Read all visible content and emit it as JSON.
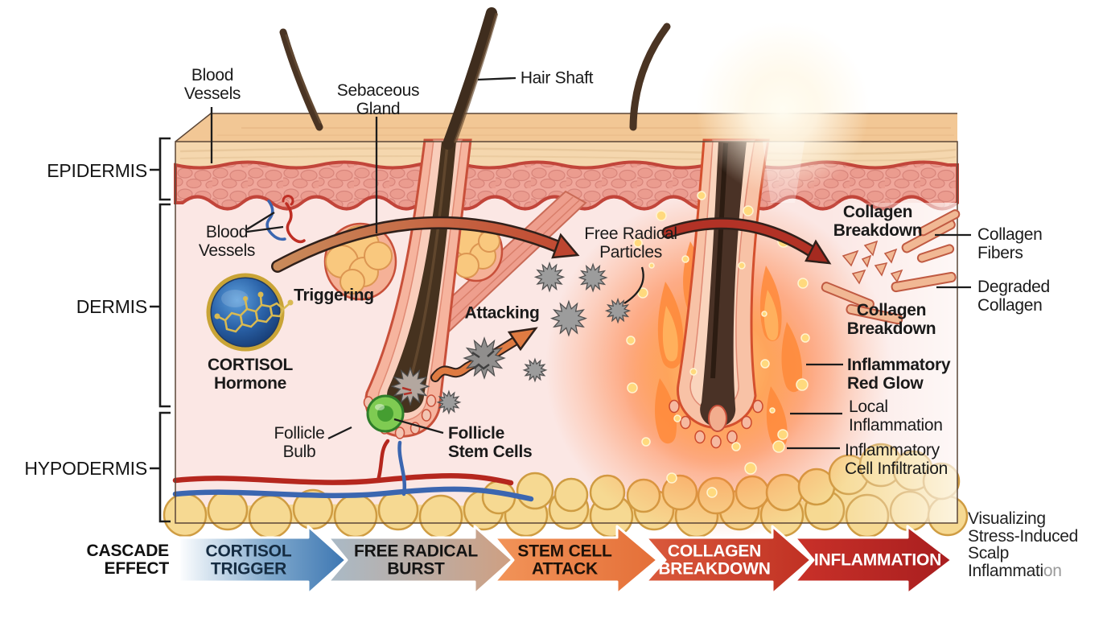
{
  "layers": {
    "epidermis": "EPIDERMIS",
    "dermis": "DERMIS",
    "hypodermis": "HYPODERMIS"
  },
  "labels": {
    "blood_vessels_top": "Blood\nVessels",
    "sebaceous_gland": "Sebaceous\nGland",
    "hair_shaft": "Hair Shaft",
    "blood_vessels_dermis": "Blood\nVessels",
    "triggering": "Triggering",
    "cortisol_hormone": "CORTISOL\nHormone",
    "free_radical_particles": "Free Radical\nParticles",
    "attacking": "Attacking",
    "follicle_bulb": "Follicle\nBulb",
    "follicle_stem_cells": "Follicle\nStem Cells",
    "collagen_breakdown_upper": "Collagen\nBreakdown",
    "collagen_fibers": "Collagen\nFibers",
    "degraded_collagen": "Degraded\nCollagen",
    "collagen_breakdown_lower": "Collagen\nBreakdown",
    "inflammatory_red_glow": "Inflammatory\nRed Glow",
    "local_inflammation": "Local\nInflammation",
    "inflammatory_cell_infiltration": "Inflammatory\nCell Infiltration"
  },
  "cascade": {
    "title": "CASCADE\nEFFECT",
    "steps": [
      {
        "label": "CORTISOL\nTRIGGER",
        "color_start": "#eef3f8",
        "color_end": "#3c76b2",
        "text_color": "#152c42"
      },
      {
        "label": "FREE RADICAL\nBURST",
        "color_start": "#a9bac7",
        "color_end": "#cf9f81",
        "text_color": "#141414"
      },
      {
        "label": "STEM CELL\nATTACK",
        "color_start": "#f29459",
        "color_end": "#e46f38",
        "text_color": "#1e1209"
      },
      {
        "label": "COLLAGEN\nBREAKDOWN",
        "color_start": "#da5a3c",
        "color_end": "#c03023",
        "text_color": "#ffffff"
      },
      {
        "label": "INFLAMMATION",
        "color_start": "#c93129",
        "color_end": "#a81e1f",
        "text_color": "#ffffff"
      }
    ]
  },
  "caption": {
    "line1": "Visualizing",
    "line2": "Stress-Induced",
    "line3": "Scalp",
    "line4_dark": "Inflammati",
    "line4_faded": "on"
  },
  "icons": {
    "free_radical_glyph": "✹"
  },
  "colors": {
    "background": "#ffffff",
    "skin_top_face": "#f2c795",
    "stratum_band": "#f5d7ae",
    "epidermis_band": "#f0a79b",
    "epidermis_wave_line": "#c2453a",
    "dermis": "#fbe7e4",
    "fat": "#f6d992",
    "hair": "#46321f",
    "follicle_sheath": "#f6b49e",
    "sebaceous_gland": "#f9c87e",
    "cortisol_sphere": "#2a62a8",
    "cortisol_ring_gold": "#c9a436",
    "free_radical": "#9c9c9c",
    "stem_cell_green": "#7fcb52",
    "fire_glow": "#ff7b3a",
    "vessel_red": "#b5271e",
    "vessel_blue": "#3b66b0",
    "curved_arrow_red": "#bd4530",
    "label_text": "#1a1a1a",
    "caption_faded": "#9a9a9a"
  }
}
